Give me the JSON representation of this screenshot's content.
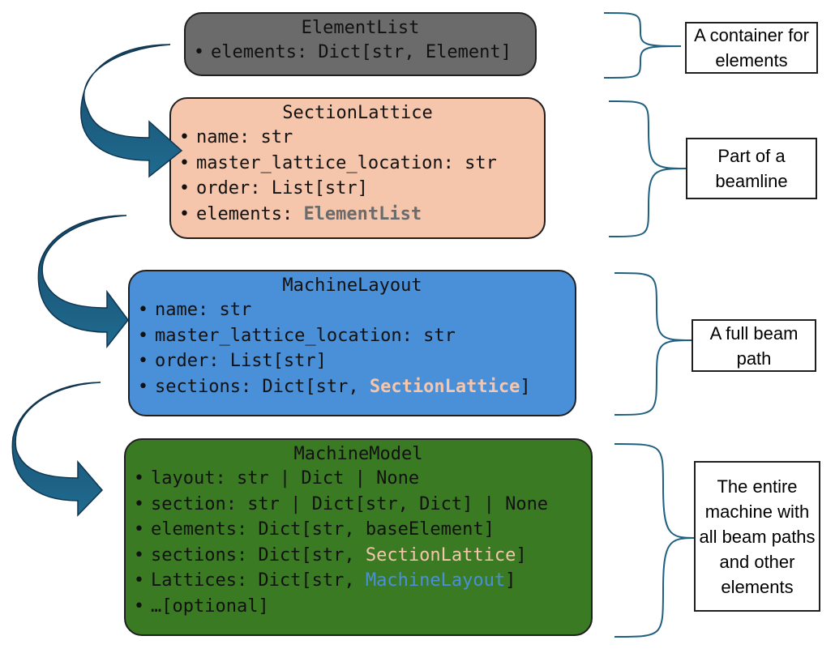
{
  "boxes": [
    {
      "title": "ElementList",
      "fill": "#6b6b6b",
      "fields": [
        {
          "text": "elements: Dict[str, Element]"
        }
      ]
    },
    {
      "title": "SectionLattice",
      "fill": "#f5c6ab",
      "fields": [
        {
          "text": "name: str"
        },
        {
          "text": "master_lattice_location: str"
        },
        {
          "text": "order: List[str]"
        },
        {
          "text": "elements: ",
          "ref": "ElementList",
          "ref_color": "#6b6b6b"
        }
      ]
    },
    {
      "title": "MachineLayout",
      "fill": "#4a90d9",
      "fields": [
        {
          "text": "name: str"
        },
        {
          "text": "master_lattice_location: str"
        },
        {
          "text": "order: List[str]"
        },
        {
          "text": "sections: Dict[str, ",
          "ref": "SectionLattice",
          "ref_color": "#f5c6ab",
          "suffix": "]"
        }
      ]
    },
    {
      "title": "MachineModel",
      "fill": "#3a7a23",
      "fields": [
        {
          "text": "layout: str | Dict | None"
        },
        {
          "text": "section: str | Dict[str, Dict] | None"
        },
        {
          "text": "elements: Dict[str, baseElement]"
        },
        {
          "text": "sections: Dict[str, ",
          "ref": "SectionLattice",
          "ref_color": "#f5c6ab",
          "suffix": "]"
        },
        {
          "text": "Lattices: Dict[str, ",
          "ref": "MachineLayout",
          "ref_color": "#4a90d9",
          "suffix": "]"
        },
        {
          "text": "…[optional]"
        }
      ]
    }
  ],
  "notes": [
    "A container for elements",
    "Part of a beamline",
    "A full beam path",
    "The entire machine with all beam paths and other elements"
  ],
  "colors": {
    "arrow": "#1a5a7a",
    "bracket": "#1f5f7f",
    "border": "#1f1f1f"
  }
}
